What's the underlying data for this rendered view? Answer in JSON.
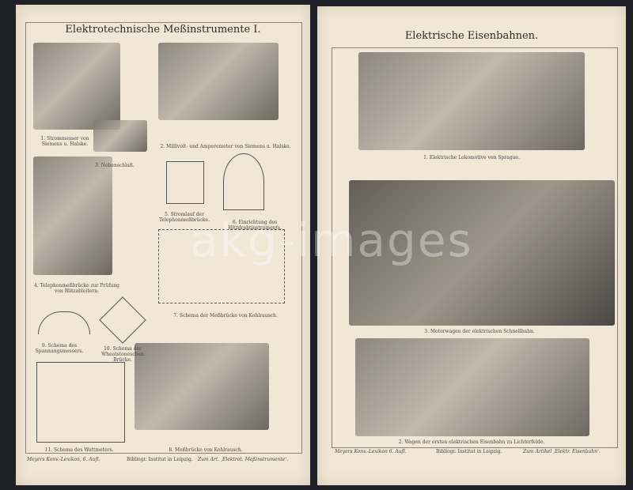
{
  "left_page": {
    "title": "Elektrotechnische Meßinstrumente I.",
    "captions": [
      "1. Strommesser von Siemens u. Halske.",
      "3. Nebenschluß.",
      "2. Millivolt- und Amperemeter von Siemens u. Halske.",
      "5. Stromlauf der Telephonmeßbrücke.",
      "6. Einrichtung des Hitzdrahtinstruments.",
      "4. Telephonmeßbrücke zur Prüfung von Blitzableitern.",
      "7. Schema der Meßbrücke von Kohlrausch.",
      "9. Schema des Spannungsmessers.",
      "10. Schema der Wheatstoneschen Brücke.",
      "11. Schema des Wattmeters.",
      "8. Meßbrücke von Kohlrausch."
    ],
    "footer": {
      "left": "Meyers Konv.-Lexikon, 6. Aufl.",
      "center": "Bibliogr. Institut in Leipzig.",
      "right": "Zum Art. ‚Elektrot. Meßinstrumente‘."
    }
  },
  "right_page": {
    "title": "Elektrische Eisenbahnen.",
    "captions": [
      "1. Elektrische Lokomotive von Sprague.",
      "3. Motorwagen der elektrischen Schnellbahn.",
      "2. Wagen der ersten elektrischen Eisenbahn zu Lichterfelde."
    ],
    "footer": {
      "left": "Meyers Konv.-Lexikon 6. Aufl.",
      "center": "Bibliogr. Institut in Leipzig.",
      "right": "Zum Artikel ‚Elektr. Eisenbahn‘."
    }
  },
  "watermark": "akg-images"
}
